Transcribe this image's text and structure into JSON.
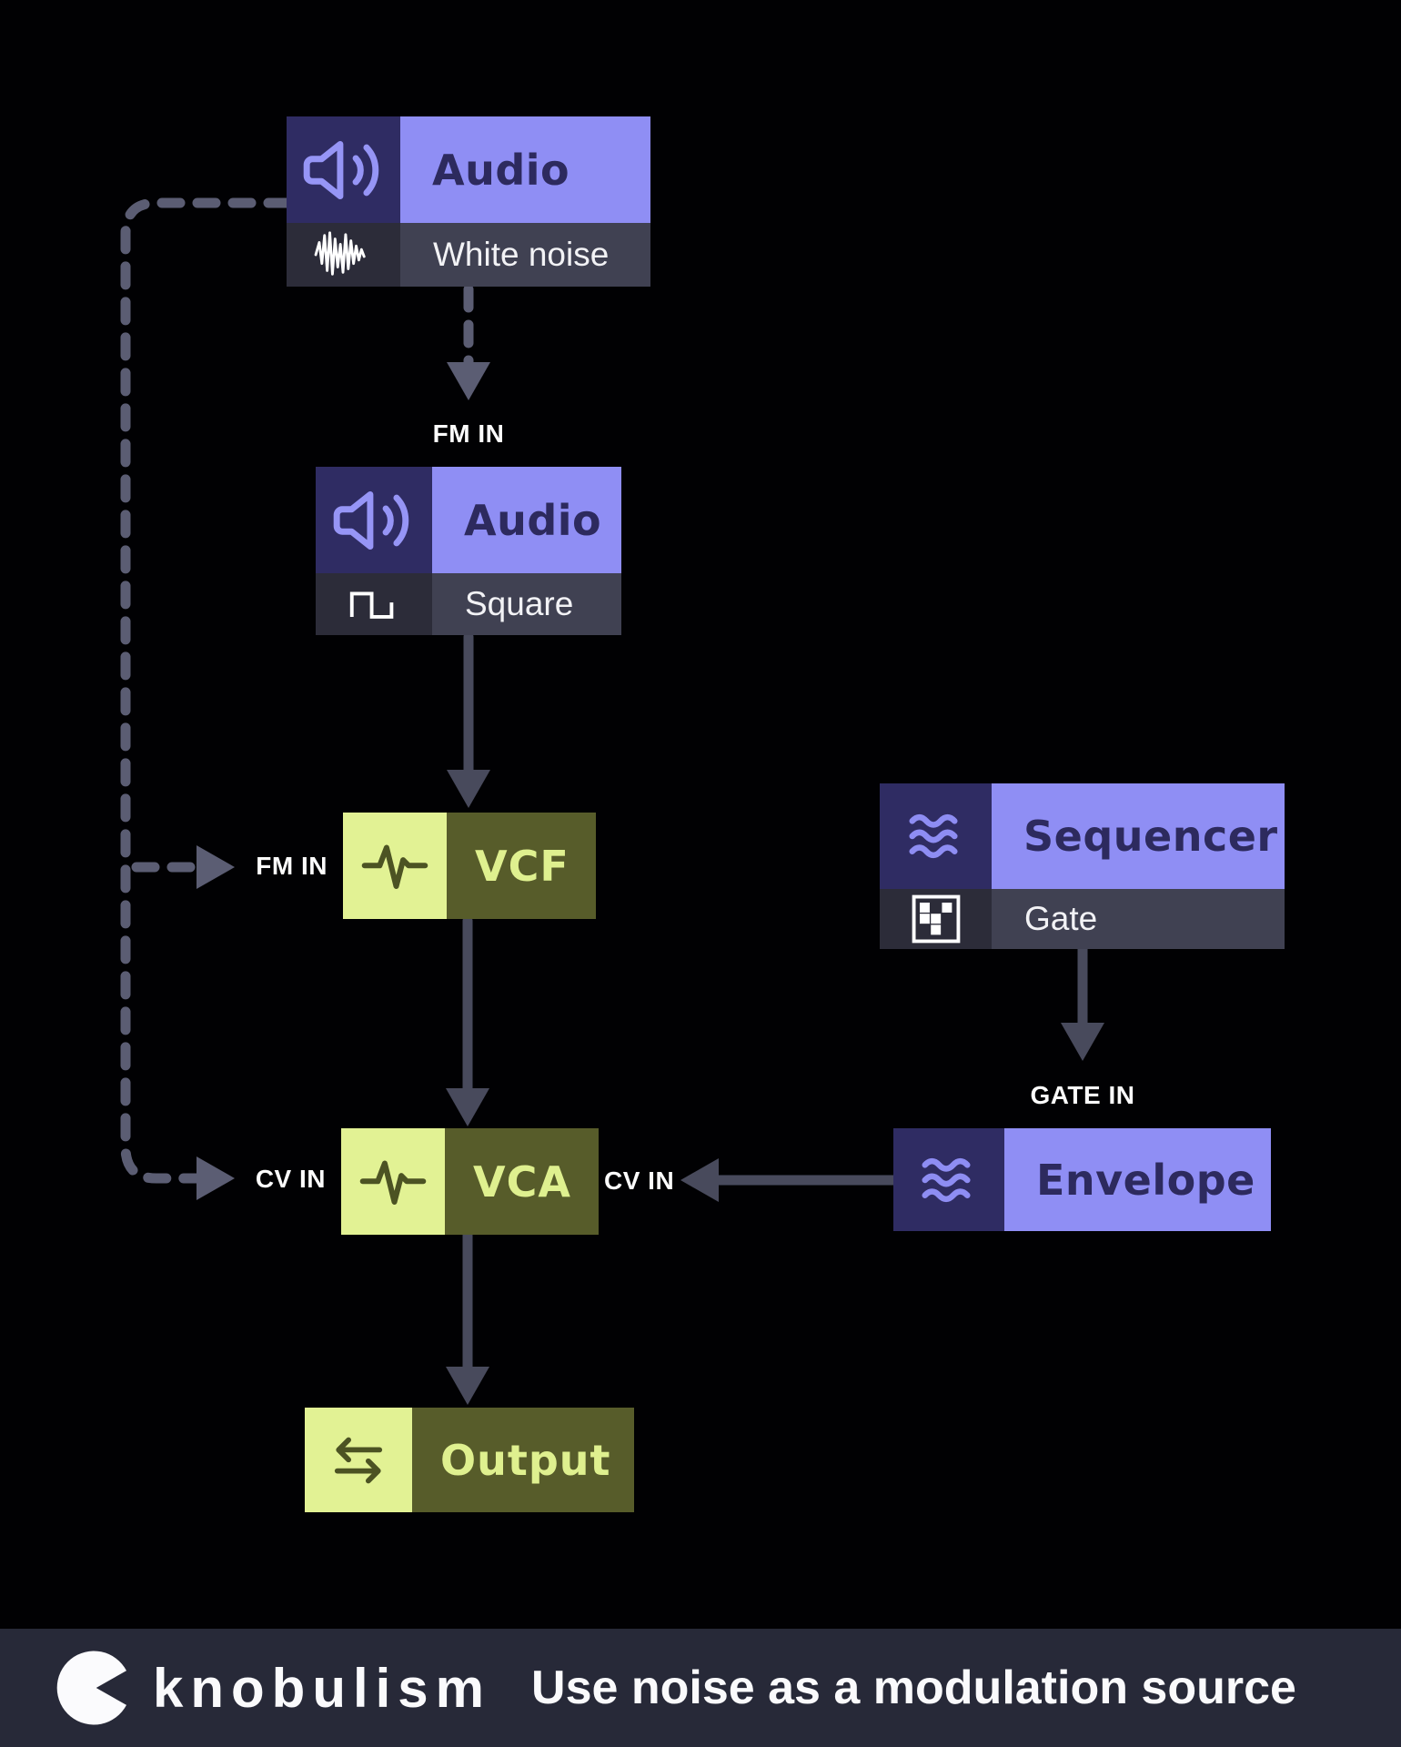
{
  "palette": {
    "background": "#010103",
    "navy_cell": "#2F2C63",
    "lavender_body": "#8F8EF4",
    "purple_title_text": "#2D2A5E",
    "subrow_icon_cell": "#2C2C39",
    "subrow_body": "#404152",
    "subrow_text": "#F2F2F5",
    "lime_cell": "#E2F294",
    "olive_body": "#575C2A",
    "olive_title_text": "#DFF08F",
    "solid_arrow": "#484A5C",
    "dashed_arrow": "#5B5D73",
    "label_text": "#FCFCFC",
    "footer_bg": "#272938",
    "footer_text": "#FAFAFC"
  },
  "nodes": {
    "audio_noise": {
      "title": "Audio",
      "subtitle": "White noise",
      "icon": "speaker-icon",
      "subicon": "noise-wave-icon"
    },
    "audio_square": {
      "title": "Audio",
      "subtitle": "Square",
      "icon": "speaker-icon",
      "subicon": "square-wave-icon"
    },
    "vcf": {
      "title": "VCF",
      "icon": "pulse-icon"
    },
    "sequencer": {
      "title": "Sequencer",
      "subtitle": "Gate",
      "icon": "waves-icon",
      "subicon": "step-grid-icon"
    },
    "envelope": {
      "title": "Envelope",
      "icon": "waves-icon"
    },
    "vca": {
      "title": "VCA",
      "icon": "pulse-icon"
    },
    "output": {
      "title": "Output",
      "icon": "transfer-icon"
    }
  },
  "labels": {
    "fm_in_top": "FM IN",
    "fm_in_vcf": "FM IN",
    "cv_in_left": "CV IN",
    "cv_in_right": "CV IN",
    "gate_in": "GATE IN"
  },
  "footer": {
    "brand": "knobulism",
    "tagline": "Use noise as a modulation source"
  }
}
